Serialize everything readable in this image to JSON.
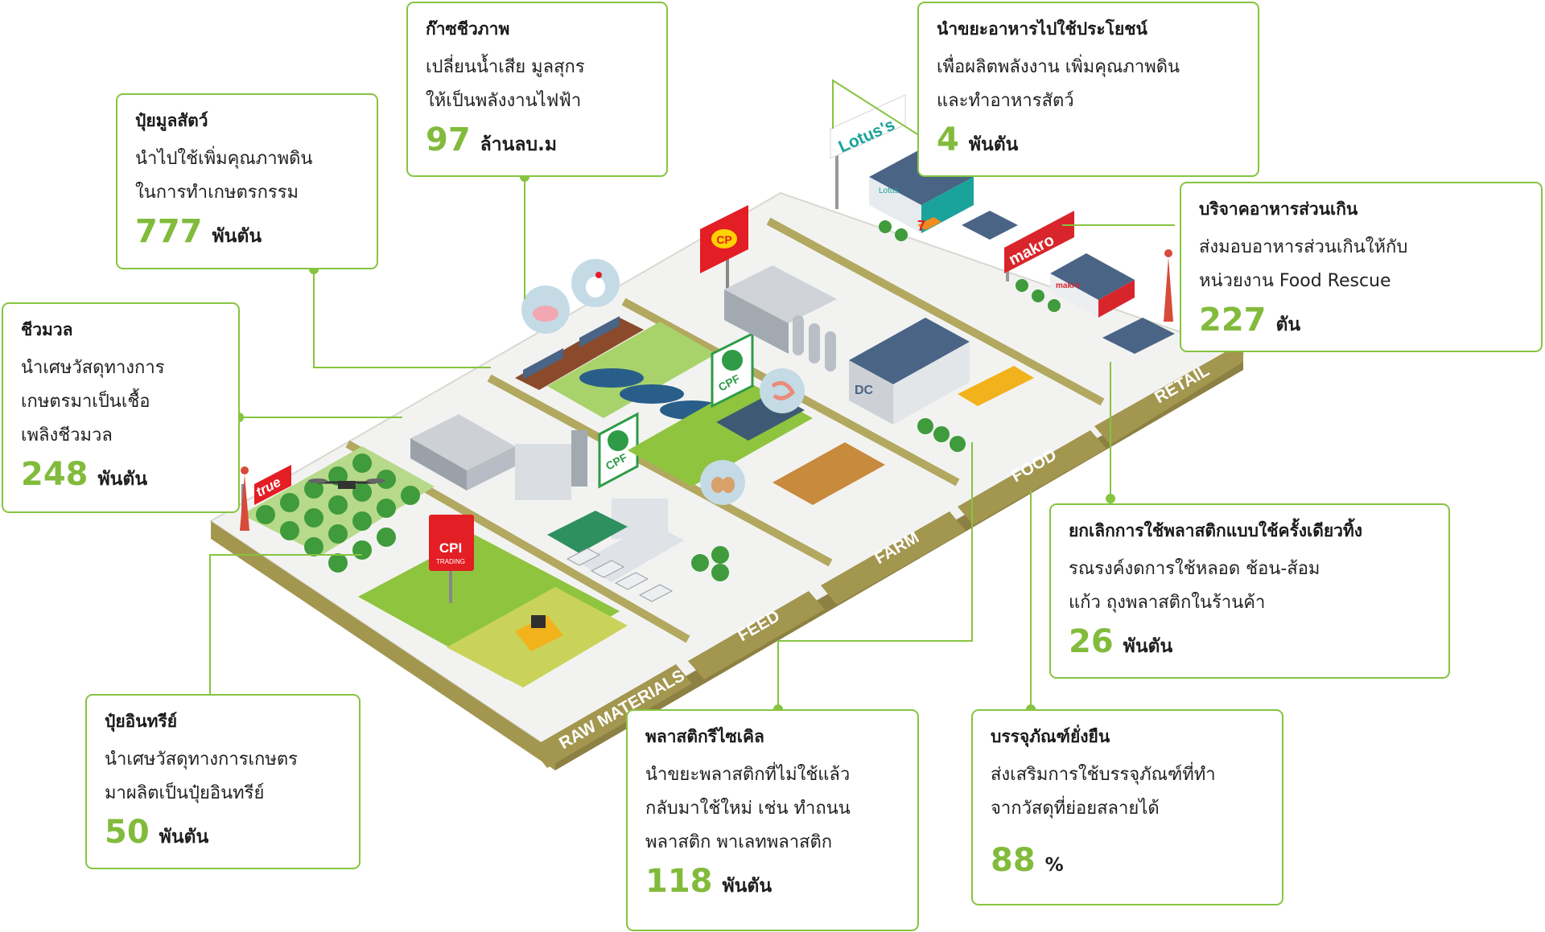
{
  "cards": {
    "biogas": {
      "title": "ก๊าซชีวภาพ",
      "lines": [
        "เปลี่ยนน้ำเสีย มูลสุกร",
        "ให้เป็นพลังงานไฟฟ้า"
      ],
      "value": "97",
      "unit": "ล้านลบ.ม"
    },
    "food_waste": {
      "title": "นำขยะอาหารไปใช้ประโยชน์",
      "lines": [
        "เพื่อผลิตพลังงาน เพิ่มคุณภาพดิน",
        "และทำอาหารสัตว์"
      ],
      "value": "4",
      "unit": "พันตัน"
    },
    "manure": {
      "title": "ปุ๋ยมูลสัตว์",
      "lines": [
        "นำไปใช้เพิ่มคุณภาพดิน",
        "ในการทำเกษตรกรรม"
      ],
      "value": "777",
      "unit": "พันตัน"
    },
    "surplus_food": {
      "title": "บริจาคอาหารส่วนเกิน",
      "lines": [
        "ส่งมอบอาหารส่วนเกินให้กับ",
        "หน่วยงาน Food Rescue"
      ],
      "value": "227",
      "unit": "ตัน"
    },
    "biomass": {
      "title": "ชีวมวล",
      "lines": [
        "นำเศษวัสดุทางการ",
        "เกษตรมาเป็นเชื้อ",
        "เพลิงชีวมวล"
      ],
      "value": "248",
      "unit": "พันตัน"
    },
    "single_use": {
      "title": "ยกเลิกการใช้พลาสติกแบบใช้ครั้งเดียวทิ้ง",
      "lines": [
        "รณรงค์งดการใช้หลอด ช้อน-ส้อม",
        "แก้ว ถุงพลาสติกในร้านค้า"
      ],
      "value": "26",
      "unit": "พันตัน"
    },
    "organic_fert": {
      "title": "ปุ๋ยอินทรีย์",
      "lines": [
        "นำเศษวัสดุทางการเกษตร",
        "มาผลิตเป็นปุ๋ยอินทรีย์"
      ],
      "value": "50",
      "unit": "พันตัน"
    },
    "plastic_recycle": {
      "title": "พลาสติกรีไซเคิล",
      "lines": [
        "นำขยะพลาสติกที่ไม่ใช้แล้ว",
        "กลับมาใช้ใหม่ เช่น ทำถนน",
        "พลาสติก พาเลทพลาสติก"
      ],
      "value": "118",
      "unit": "พันตัน"
    },
    "packaging": {
      "title": "บรรจุภัณฑ์ยั่งยืน",
      "lines": [
        "ส่งเสริมการใช้บรรจุภัณฑ์ที่ทำ",
        "จากวัสดุที่ย่อยสลายได้"
      ],
      "value": "88",
      "unit": "%"
    }
  },
  "zones": {
    "raw_materials": "RAW MATERIALS",
    "feed": "FEED",
    "farm": "FARM",
    "food": "FOOD",
    "retail": "RETAIL"
  },
  "brands": {
    "lotus": "Lotus's",
    "makro": "makro",
    "makro_store": "makro",
    "lotus_store": "Lotus",
    "cp": "CP",
    "cpf": "CPF",
    "cpf2": "CPF",
    "cpi": "CPI",
    "cpi_sub": "TRADING",
    "true": "true",
    "seven": "7",
    "dc": "DC"
  },
  "colors": {
    "accent_green": "#82bb3c",
    "card_border": "#86c440",
    "platform_base": "#9a8c4a",
    "platform_top": "#f2f3f1",
    "field_green": "#8fc43f",
    "solar_panel": "#4a6486",
    "makro_red": "#d8252b",
    "lotus_teal": "#1aa39a",
    "cp_red": "#e31e24",
    "cp_yellow": "#ffd200"
  }
}
